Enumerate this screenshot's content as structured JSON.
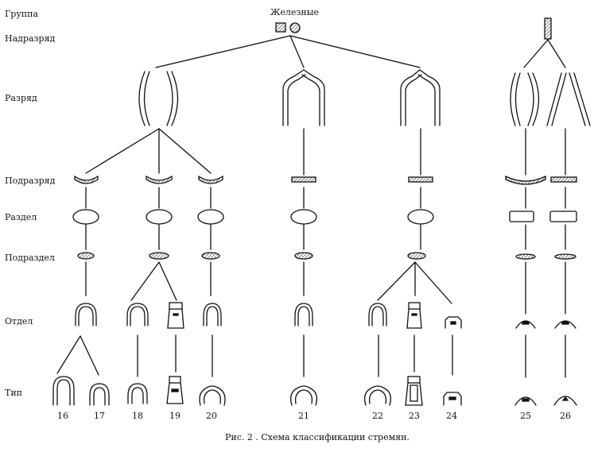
{
  "title": "Железные",
  "caption": "Рис. 2 . Схема классификации стремян.",
  "levels": {
    "gruppa": "Группа",
    "nadrazryad": "Надразряд",
    "razryad": "Разряд",
    "podrazryad": "Подразряд",
    "razdel": "Раздел",
    "podrazdel": "Подраздел",
    "otdel": "Отдел",
    "tip": "Тип"
  },
  "type_numbers": [
    "16",
    "17",
    "18",
    "19",
    "20",
    "21",
    "22",
    "23",
    "24",
    "25",
    "26"
  ]
}
